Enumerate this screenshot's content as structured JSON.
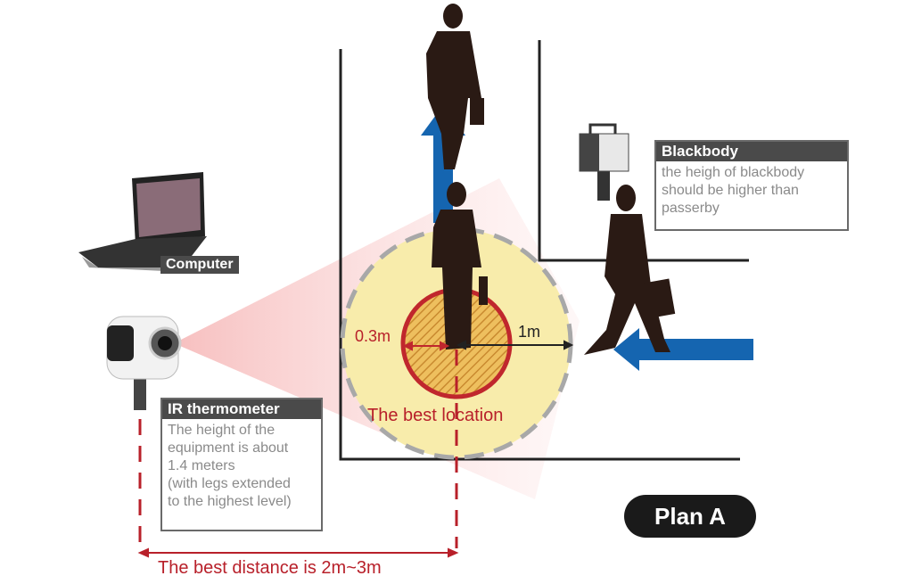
{
  "labels": {
    "computer": "Computer",
    "ir_title": "IR thermometer",
    "ir_body": [
      "The height of the",
      "equipment is about",
      "1.4 meters",
      "(with legs extended",
      "to the highest level)"
    ],
    "blackbody_title": "Blackbody",
    "blackbody_body": [
      "the heigh of blackbody",
      "should be higher than",
      "passerby"
    ],
    "inner_radius": "0.3m",
    "outer_radius": "1m",
    "best_location": "The best location",
    "best_distance": "The best distance is 2m~3m",
    "plan": "Plan A"
  },
  "colors": {
    "red": "#b8202a",
    "blue": "#1565b0",
    "yellow": "#f8ecab",
    "dark": "#2a1a14"
  }
}
